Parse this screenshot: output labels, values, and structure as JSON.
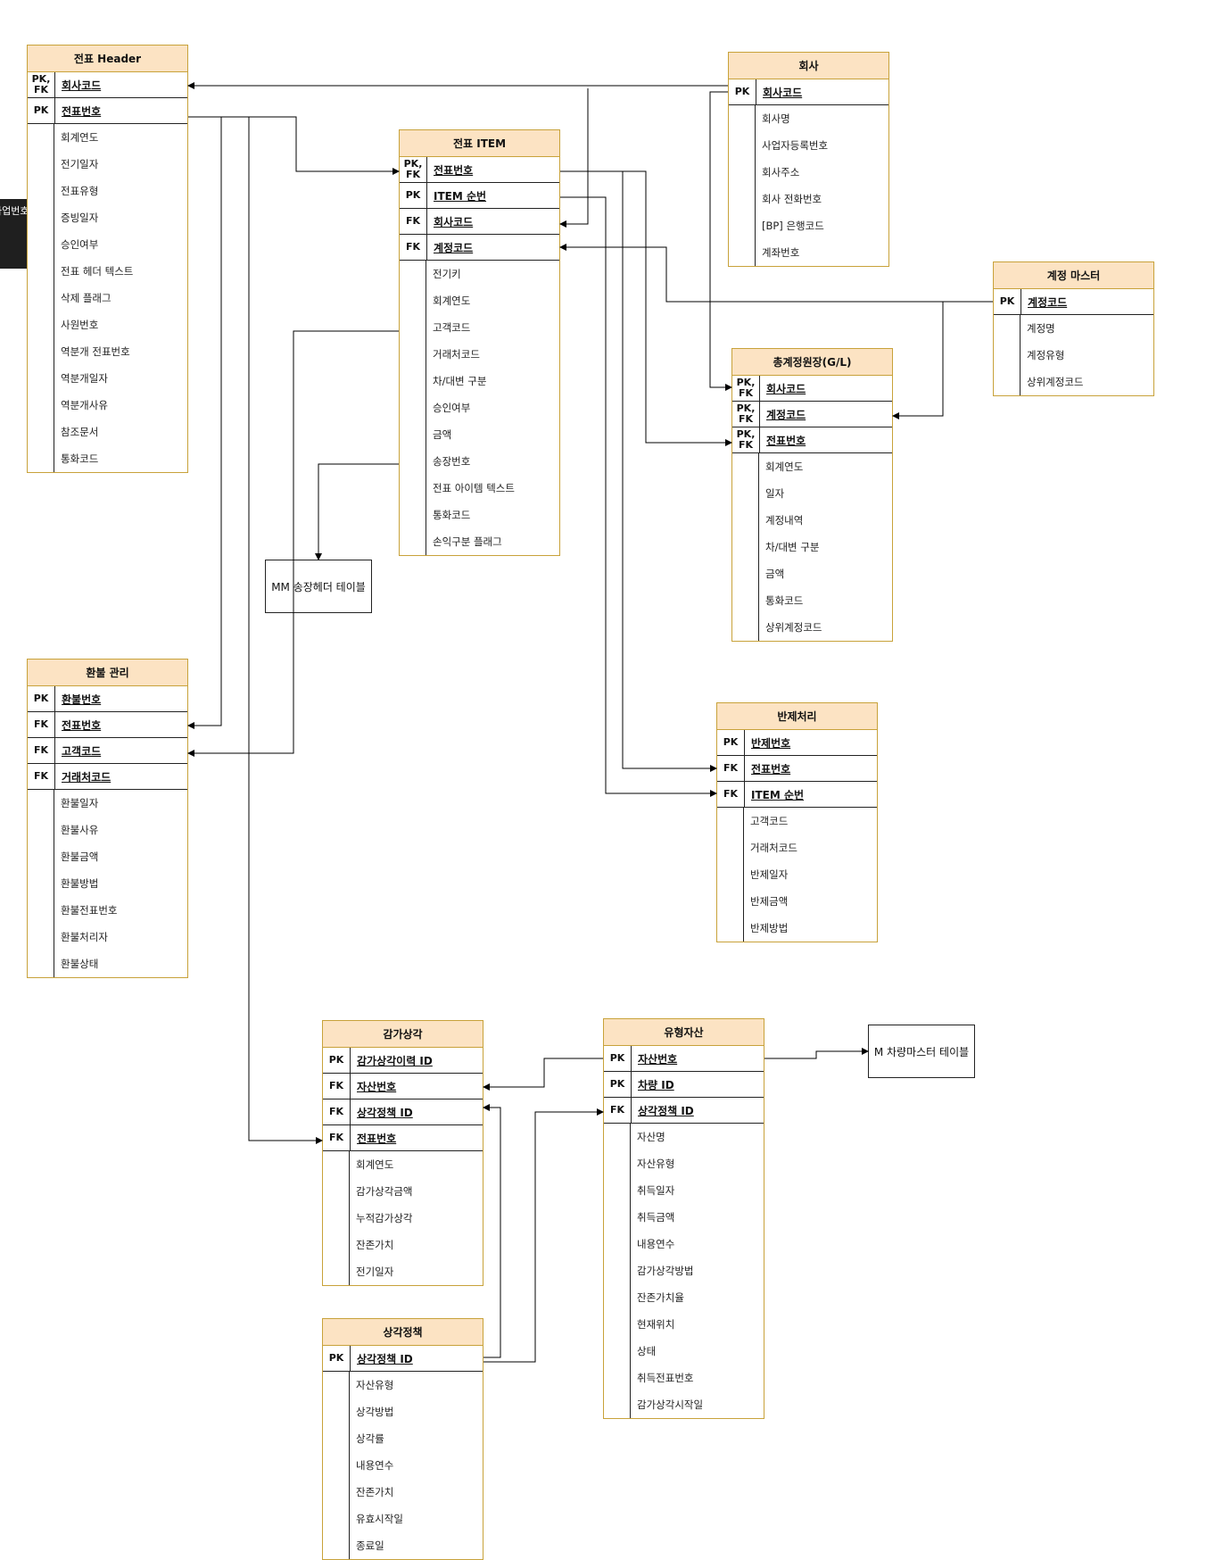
{
  "tables": [
    {
      "id": "t1",
      "title": "전표 Header",
      "keys": [
        {
          "type": "PK,\nFK",
          "name": "회사코드"
        },
        {
          "type": "PK",
          "name": "전표번호"
        }
      ],
      "attrs": [
        "회계연도",
        "전기일자",
        "전표유형",
        "증빙일자",
        "승인여부",
        "전표 헤더 텍스트",
        "삭제 플래그",
        "사원번호",
        "역분개 전표번호",
        "역분개일자",
        "역분개사유",
        "참조문서",
        "통화코드"
      ]
    },
    {
      "id": "t2",
      "title": "전표 ITEM",
      "keys": [
        {
          "type": "PK,\nFK",
          "name": "전표번호"
        },
        {
          "type": "PK",
          "name": "ITEM 순번"
        },
        {
          "type": "FK",
          "name": "회사코드"
        },
        {
          "type": "FK",
          "name": "계정코드"
        }
      ],
      "attrs": [
        "전기키",
        "회계연도",
        "고객코드",
        "거래처코드",
        "차/대변 구분",
        "승인여부",
        "금액",
        "송장번호",
        "전표 아이템 텍스트",
        "통화코드",
        "손익구분 플래그"
      ]
    },
    {
      "id": "t3",
      "title": "회사",
      "keys": [
        {
          "type": "PK",
          "name": "회사코드"
        }
      ],
      "attrs": [
        "회사명",
        "사업자등록번호",
        "회사주소",
        "회사 전화번호",
        "[BP] 은행코드",
        "계좌번호"
      ]
    },
    {
      "id": "t4",
      "title": "계정 마스터",
      "keys": [
        {
          "type": "PK",
          "name": "계정코드"
        }
      ],
      "attrs": [
        "계정명",
        "계정유형",
        "상위계정코드"
      ]
    },
    {
      "id": "t5",
      "title": "총계정원장(G/L)",
      "keys": [
        {
          "type": "PK,\nFK",
          "name": "회사코드"
        },
        {
          "type": "PK,\nFK",
          "name": "계정코드"
        },
        {
          "type": "PK,\nFK",
          "name": "전표번호"
        }
      ],
      "attrs": [
        "회계연도",
        "일자",
        "계정내역",
        "차/대변 구분",
        "금액",
        "통화코드",
        "상위계정코드"
      ]
    },
    {
      "id": "t6",
      "title": "환불 관리",
      "keys": [
        {
          "type": "PK",
          "name": "환불번호"
        },
        {
          "type": "FK",
          "name": "전표번호"
        },
        {
          "type": "FK",
          "name": "고객코드"
        },
        {
          "type": "FK",
          "name": "거래처코드"
        }
      ],
      "attrs": [
        "환불일자",
        "환불사유",
        "환불금액",
        "환불방법",
        "환불전표번호",
        "환불처리자",
        "환불상태"
      ]
    },
    {
      "id": "t7",
      "title": "반제처리",
      "keys": [
        {
          "type": "PK",
          "name": "반제번호"
        },
        {
          "type": "FK",
          "name": "전표번호"
        },
        {
          "type": "FK",
          "name": "ITEM 순번"
        }
      ],
      "attrs": [
        "고객코드",
        "거래처코드",
        "반제일자",
        "반제금액",
        "반제방법"
      ]
    },
    {
      "id": "t8",
      "title": "감가상각",
      "keys": [
        {
          "type": "PK",
          "name": "감가상각이력 ID"
        },
        {
          "type": "FK",
          "name": "자산번호"
        },
        {
          "type": "FK",
          "name": "상각정책 ID"
        },
        {
          "type": "FK",
          "name": "전표번호"
        }
      ],
      "attrs": [
        "회계연도",
        "감가상각금액",
        "누적감가상각",
        "잔존가치",
        "전기일자"
      ]
    },
    {
      "id": "t9",
      "title": "유형자산",
      "keys": [
        {
          "type": "PK",
          "name": "자산번호"
        },
        {
          "type": "PK",
          "name": "차량 ID"
        },
        {
          "type": "FK",
          "name": "상각정책 ID"
        }
      ],
      "attrs": [
        "자산명",
        "자산유형",
        "취득일자",
        "취득금액",
        "내용연수",
        "감가상각방법",
        "잔존가치율",
        "현재위치",
        "상태",
        "취득전표번호",
        "감가상각시작일"
      ]
    },
    {
      "id": "t10",
      "title": "상각정책",
      "keys": [
        {
          "type": "PK",
          "name": "상각정책 ID"
        }
      ],
      "attrs": [
        "자산유형",
        "상각방법",
        "상각률",
        "내용연수",
        "잔존가치",
        "유효시작일",
        "종료일"
      ]
    }
  ],
  "notes": {
    "mm_invoice": "MM 송장헤더 테이블",
    "vehicle_master": "M 차량마스터 테이블",
    "cut_off_label": "사업번호"
  },
  "colors": {
    "header_fill": "#fce3c3",
    "table_border": "#c8a23a",
    "line": "#000000"
  }
}
